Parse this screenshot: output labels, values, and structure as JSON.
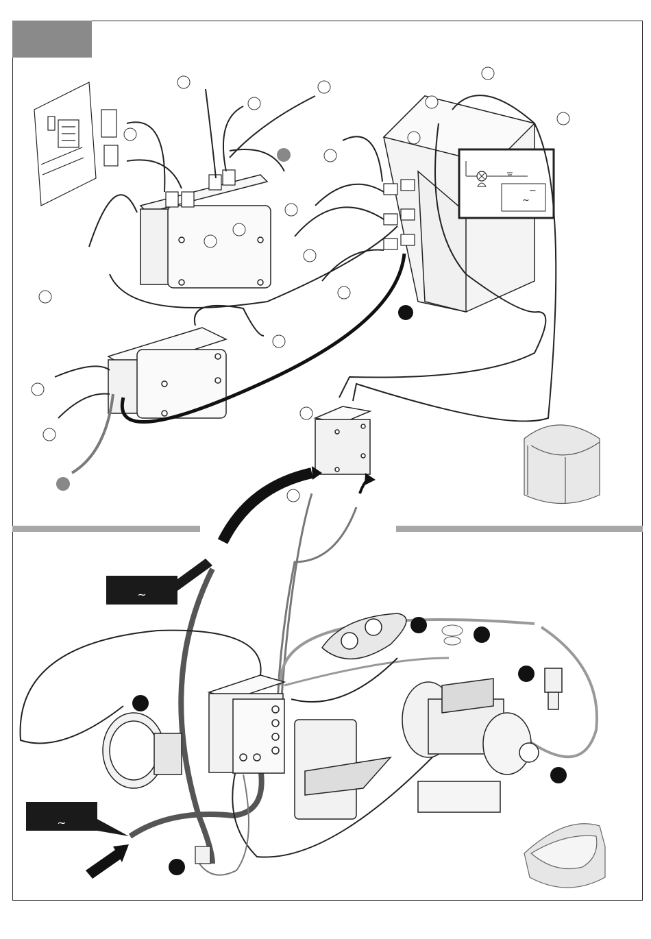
{
  "labels": {
    "supply_top": "~",
    "supply_bottom": "~",
    "schematic_ac_1": "~",
    "schematic_ac_2": "~"
  },
  "colors": {
    "line": "#222222",
    "heavy_cable": "#1a1a1a",
    "grey_cable": "#7a7a7a",
    "band": "#a8a8a8",
    "tab": "#8a8a8a",
    "box_fill": "#f2f2f2"
  },
  "icons": [
    "control-panel-board",
    "connector-plug",
    "junction-box",
    "light-bulb-symbol",
    "bell-symbol",
    "ground-symbol",
    "blower-fan",
    "water-pump",
    "push-button-panel",
    "control-unit",
    "shower-enclosure",
    "corner-bathtub"
  ]
}
